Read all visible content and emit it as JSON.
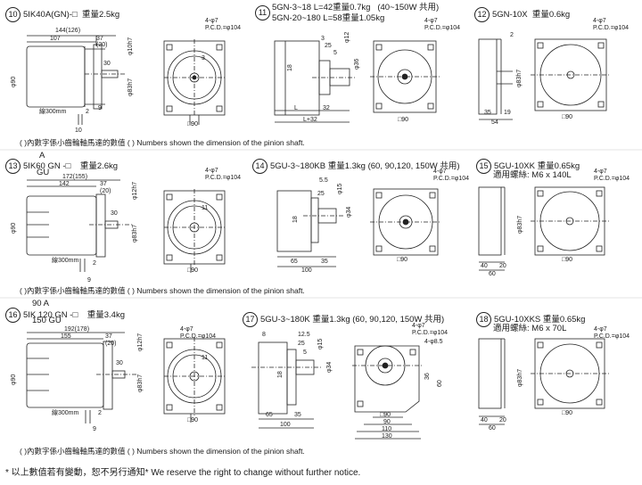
{
  "sections": [
    {
      "num": "10",
      "model": "5IK40A(GN)-□",
      "weight": "重量2.5kg"
    },
    {
      "num": "11",
      "model_a": "5GN-3~18  L=42",
      "weight_a": "重量0.7kg",
      "range": "(40~150W 共用)",
      "model_b": "5GN-20~180  L=58",
      "weight_b": "重量1.05kg"
    },
    {
      "num": "12",
      "model": "5GN-10X",
      "weight": "重量0.6kg"
    },
    {
      "num": "13",
      "model_top": "A",
      "model": "5IK60 GN -□",
      "model_bot": "GU",
      "weight": "重量2.6kg"
    },
    {
      "num": "14",
      "model": "5GU-3~180KB",
      "weight": "重量1.3kg (60, 90,120, 150W 共用)"
    },
    {
      "num": "15",
      "model": "5GU-10XK",
      "weight": "重量0.65kg",
      "screw": "適用螺絲: M6 x 140L"
    },
    {
      "num": "16",
      "model_top": "90 A",
      "model": "5IK 120 GN -□",
      "model_bot": "150 GU",
      "weight": "重量3.4kg"
    },
    {
      "num": "17",
      "model": "5GU-3~180K",
      "weight": "重量1.3kg (60, 90,120, 150W 共用)"
    },
    {
      "num": "18",
      "model": "5GU-10XKS",
      "weight": "重量0.65kg",
      "screw": "適用螺絲: M6 x 70L"
    }
  ],
  "notes": {
    "pinion": "(    )內數字係小齒輪軸馬達的數值 (    ) Numbers shown the dimension of the pinion shaft.",
    "footer": "* 以上數值若有變動，恕不另行通知*  We reserve the right to change without further notice."
  },
  "dims": {
    "s10": {
      "d1": "144(126)",
      "d2": "107",
      "d3": "37",
      "d4": "(20)",
      "d5": "30",
      "d6": "9",
      "d7": "10",
      "d8": "2",
      "shaft": "φ10h7",
      "dia": "φ83h7",
      "body": "φ90",
      "lead": "線300mm",
      "hole": "4-φ7",
      "pcd": "P.C.D.=φ104",
      "sq": "□90",
      "key": "3"
    },
    "s11": {
      "d1": "3",
      "d2": "25",
      "d3": "5",
      "d4": "18",
      "d5": "L",
      "d6": "32",
      "d7": "L+32",
      "shaft": "φ12",
      "dia": "φ36",
      "hole": "4-φ7",
      "pcd": "P.C.D.=φ104",
      "sq": "□90"
    },
    "s12": {
      "d1": "2",
      "d2": "35",
      "d3": "19",
      "d4": "54",
      "dia": "φ83h7",
      "hole": "4-φ7",
      "pcd": "P.C.D.=φ104",
      "sq": "□90"
    },
    "s13": {
      "d1": "172(155)",
      "d2": "142",
      "d3": "37",
      "d4": "(20)",
      "d5": "30",
      "d6": "9",
      "d7": "2",
      "shaft": "φ12h7",
      "dia": "φ83h7",
      "body": "φ90",
      "lead": "線300mm",
      "hole": "4-φ7",
      "pcd": "P.C.D.=φ104",
      "sq": "□90",
      "key": "11"
    },
    "s14": {
      "d1": "5.5",
      "d2": "25",
      "d3": "18",
      "d4": "65",
      "d5": "35",
      "d6": "100",
      "shaft": "φ15",
      "dia": "φ34",
      "hole": "4-φ7",
      "pcd": "P.C.D.=φ104",
      "sq": "□90"
    },
    "s15": {
      "d1": "40",
      "d2": "20",
      "d3": "60",
      "dia": "φ83h7",
      "hole": "4-φ7",
      "pcd": "P.C.D.=φ104",
      "sq": "□90"
    },
    "s16": {
      "d1": "192(178)",
      "d2": "155",
      "d3": "37",
      "d4": "(20)",
      "d5": "30",
      "d6": "9",
      "d7": "2",
      "shaft": "φ12h7",
      "dia": "φ83h7",
      "body": "φ90",
      "lead": "線300mm",
      "hole": "4-φ7",
      "pcd": "P.C.D.=φ104",
      "sq": "□90",
      "key": "11"
    },
    "s17": {
      "d1": "8",
      "d2": "12.5",
      "d3": "25",
      "d4": "5",
      "d5": "18",
      "d6": "65",
      "d7": "35",
      "d8": "100",
      "shaft": "φ15",
      "dia": "φ34",
      "hole": "4-φ7",
      "pcd": "P.C.D.=φ104",
      "hole2": "4-φ8.5",
      "v1": "36",
      "v2": "60",
      "sq1": "□90",
      "sq2": "90",
      "sq3": "110",
      "sq4": "130"
    },
    "s18": {
      "d1": "40",
      "d2": "20",
      "d3": "60",
      "dia": "φ83h7",
      "hole": "4-φ7",
      "pcd": "P.C.D.=φ104",
      "sq": "□90"
    }
  }
}
